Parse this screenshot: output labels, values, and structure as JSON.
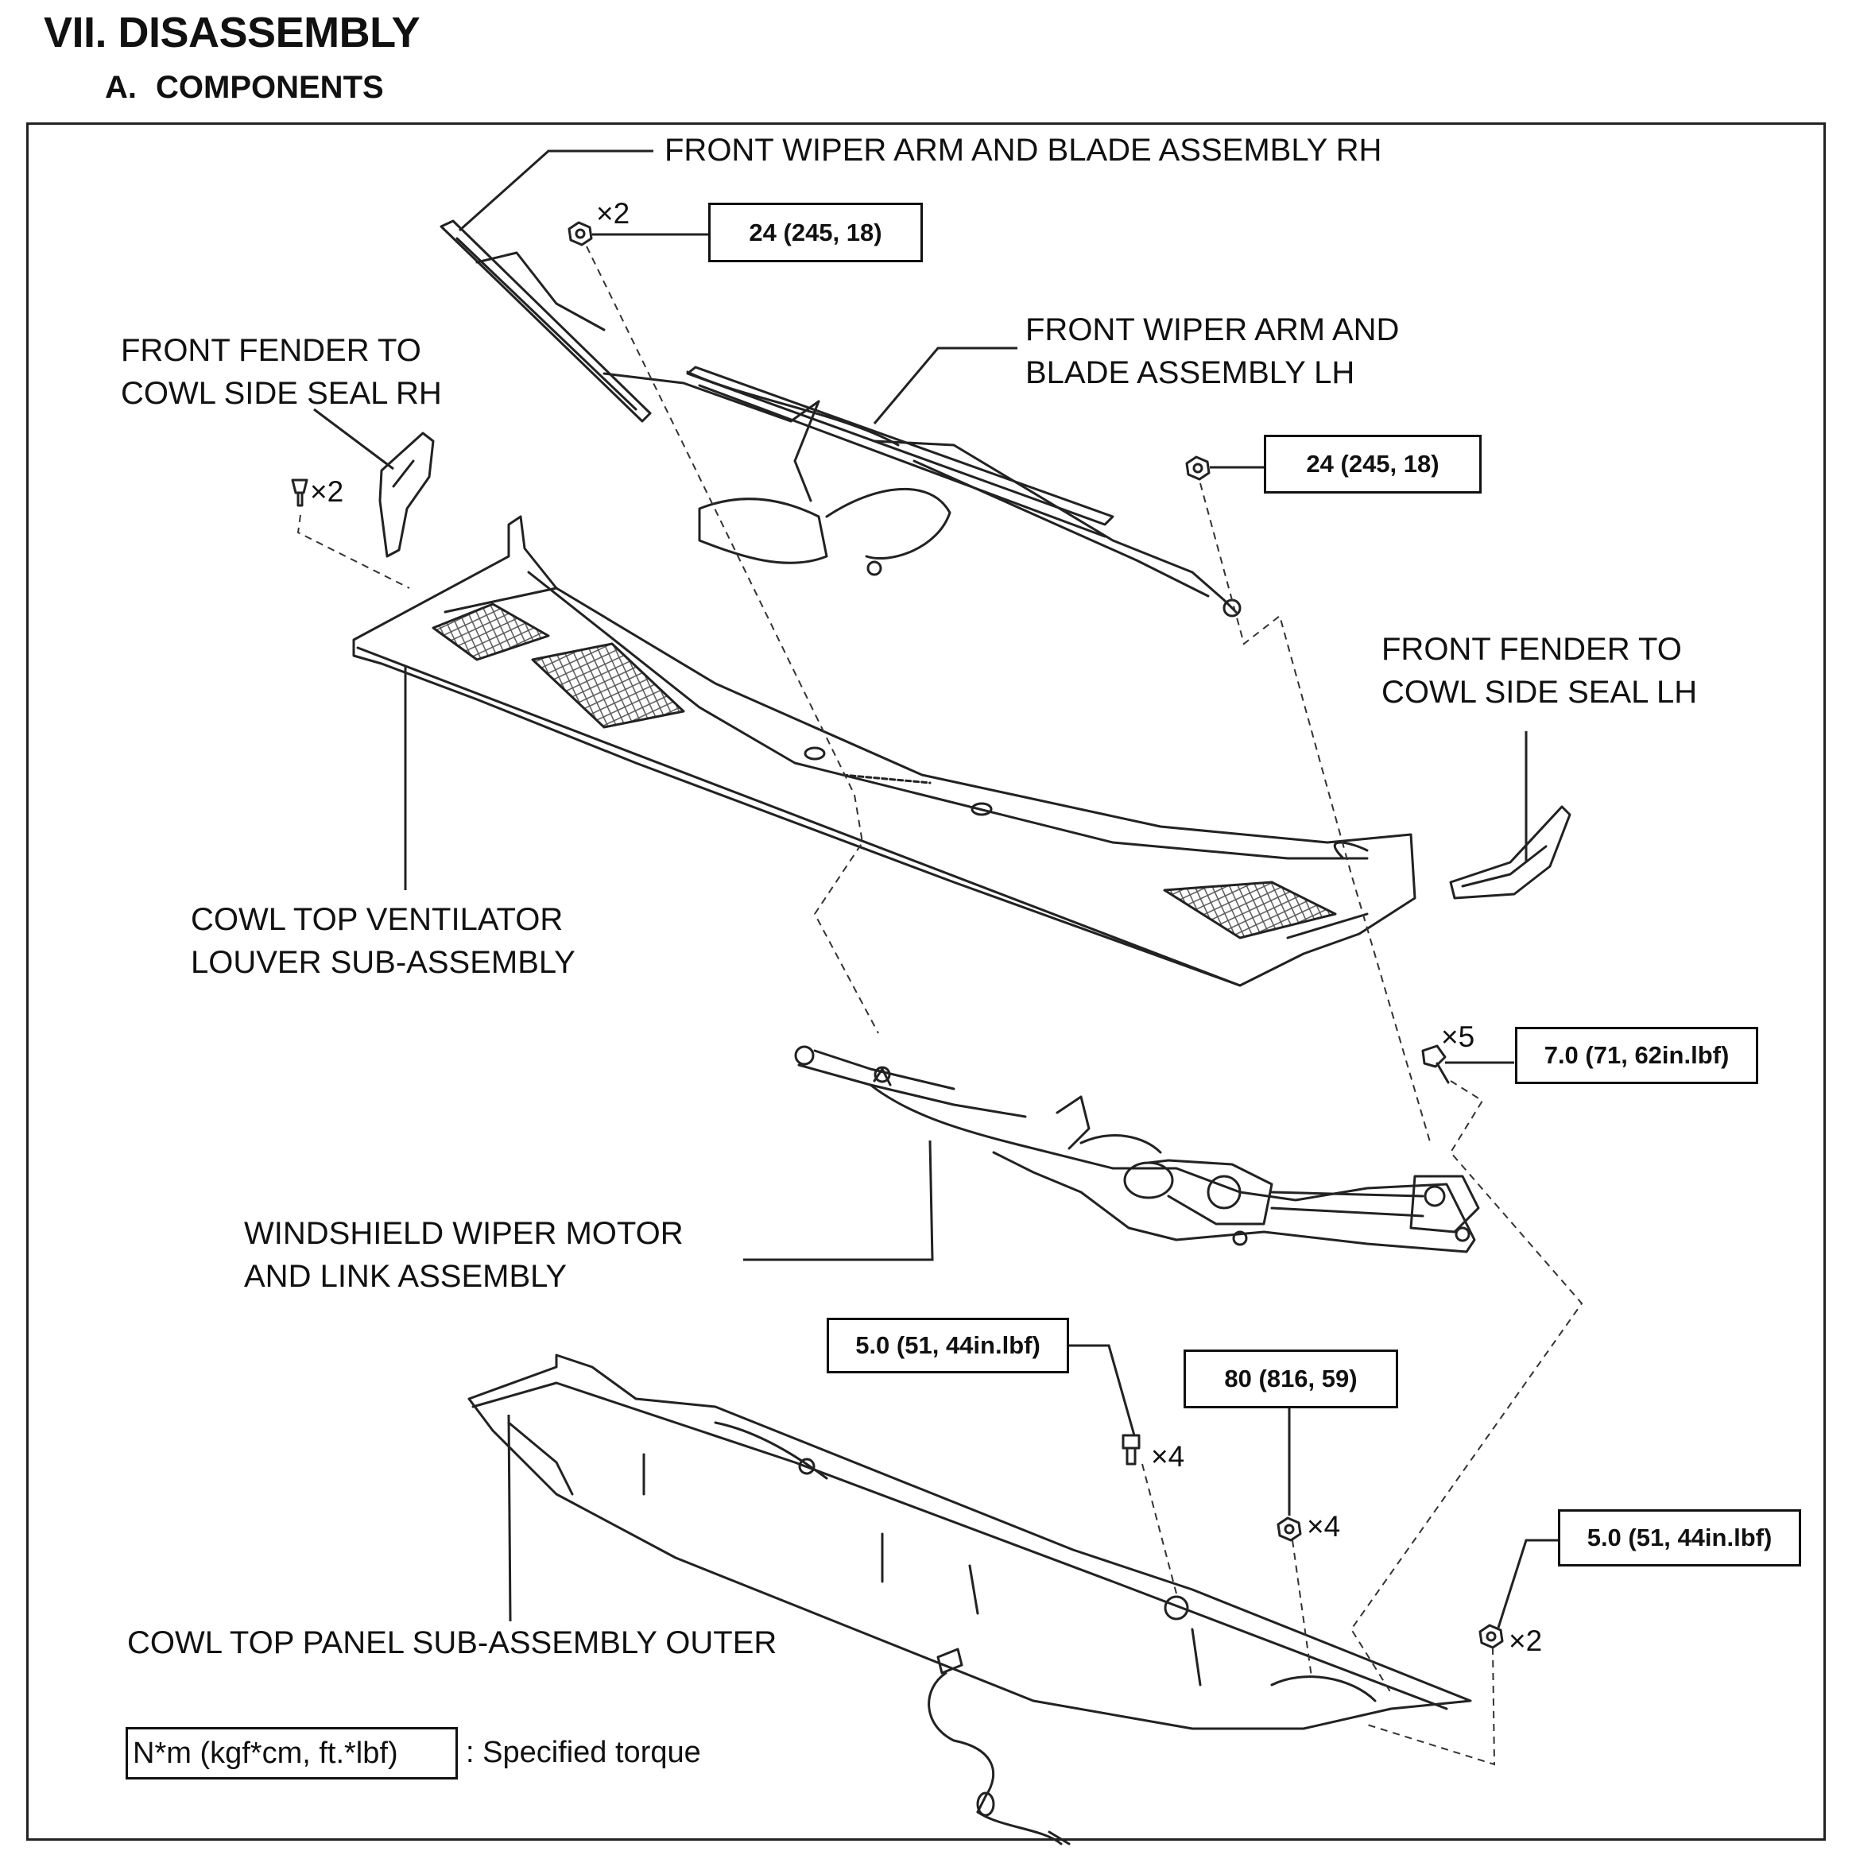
{
  "heading": {
    "section": "VII. DISASSEMBLY",
    "subsection_letter": "A.",
    "subsection_title": "COMPONENTS"
  },
  "parts": {
    "wiper_arm_rh": "FRONT WIPER ARM AND BLADE ASSEMBLY RH",
    "wiper_arm_lh_line1": "FRONT WIPER ARM AND",
    "wiper_arm_lh_line2": "BLADE ASSEMBLY LH",
    "fender_seal_rh_line1": "FRONT FENDER TO",
    "fender_seal_rh_line2": "COWL SIDE SEAL RH",
    "fender_seal_lh_line1": "FRONT FENDER TO",
    "fender_seal_lh_line2": "COWL SIDE SEAL LH",
    "louver_line1": "COWL TOP VENTILATOR",
    "louver_line2": "LOUVER SUB-ASSEMBLY",
    "motor_line1": "WINDSHIELD WIPER MOTOR",
    "motor_line2": "AND LINK ASSEMBLY",
    "cowl_panel": "COWL TOP PANEL SUB-ASSEMBLY OUTER"
  },
  "torques": {
    "rh_arm_nut": "24 (245, 18)",
    "lh_arm_nut": "24 (245, 18)",
    "motor_bolt": "7.0 (71, 62in.lbf)",
    "panel_bolt": "5.0 (51, 44in.lbf)",
    "panel_nut": "80 (816, 59)",
    "panel_side_nut": "5.0 (51, 44in.lbf)"
  },
  "quantities": {
    "rh_arm_nut": "×2",
    "fender_clip": "×2",
    "motor_bolt": "×5",
    "panel_bolt": "×4",
    "panel_nut": "×4",
    "panel_side_nut": "×2"
  },
  "legend": {
    "unit": "N*m (kgf*cm, ft.*lbf)",
    "description": ": Specified torque"
  }
}
